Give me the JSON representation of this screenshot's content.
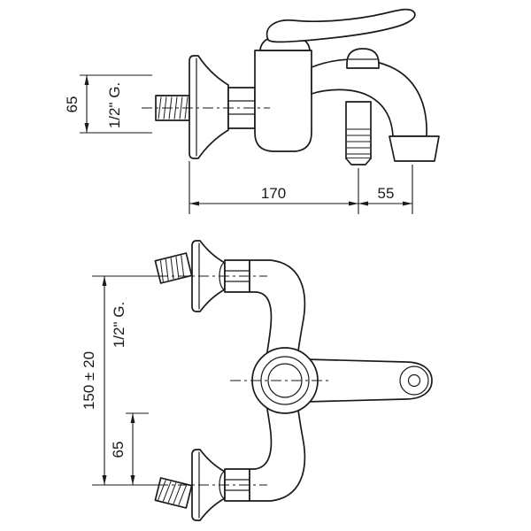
{
  "drawing": {
    "background": "#ffffff",
    "ink": "#1a1a1a",
    "views": {
      "side": {
        "dim_inlet_height": "65",
        "thread_label": "1/2\" G.",
        "dim_body_length": "170",
        "dim_spout_overhang": "55"
      },
      "front": {
        "thread_label": "1/2\" G.",
        "dim_inlet_spacing": "150 ± 20",
        "dim_lower_offset": "65"
      }
    }
  }
}
